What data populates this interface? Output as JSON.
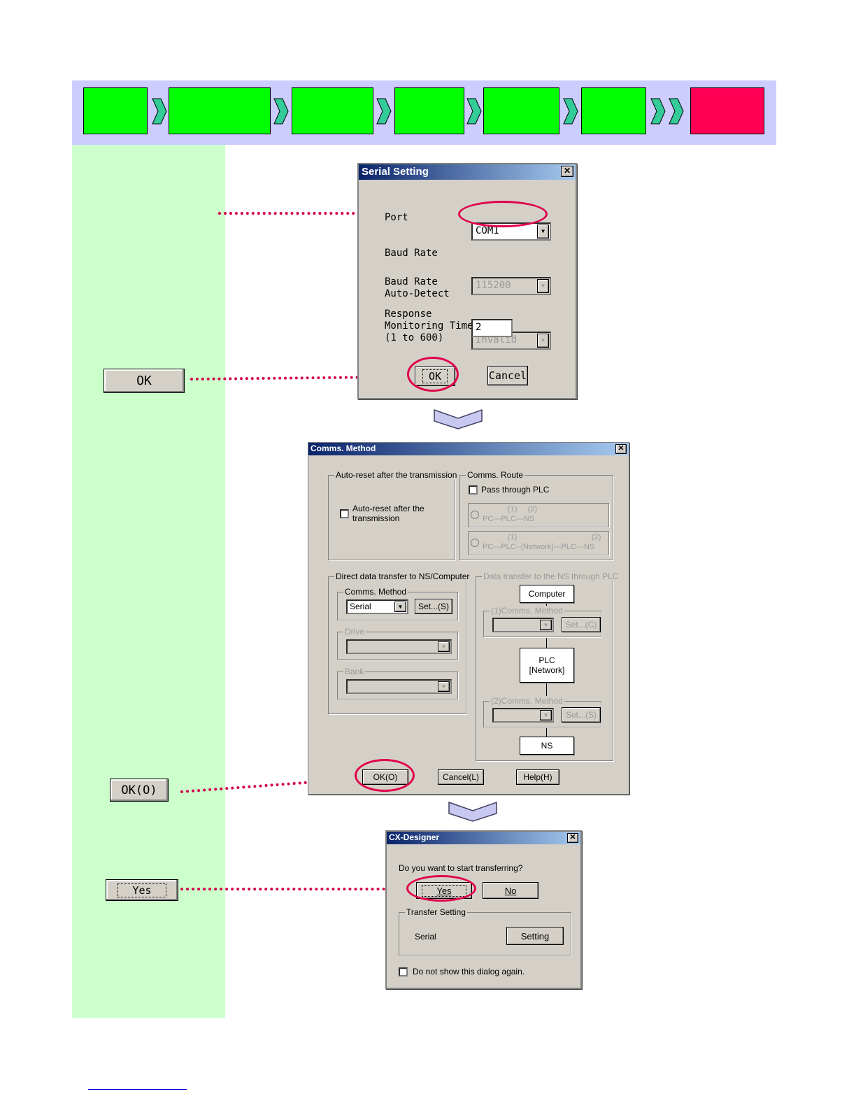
{
  "colors": {
    "band": "#ccccff",
    "step_done": "#00ff00",
    "step_current": "#ff0055",
    "left_column": "#ccffcc",
    "highlight": "#e0004d"
  },
  "left_buttons": {
    "ok": "OK",
    "ok_o": "OK(O)",
    "yes": "Yes"
  },
  "serial_setting": {
    "title": "Serial Setting",
    "port_label": "Port",
    "port_value": "COM1",
    "baud_rate_label": "Baud Rate",
    "baud_rate_value": "115200",
    "autodetect_label_1": "Baud Rate",
    "autodetect_label_2": "Auto-Detect",
    "autodetect_value": "Invalid",
    "resp_label_1": "Response",
    "resp_label_2": "Monitoring Time",
    "resp_label_3": "(1 to 600)",
    "resp_value": "2",
    "ok": "OK",
    "cancel": "Cancel"
  },
  "comms_method": {
    "title": "Comms. Method",
    "autoreset_group": "Auto-reset after the transmission",
    "autoreset_check_1": "Auto-reset after the",
    "autoreset_check_2": "transmission",
    "route_group": "Comms. Route",
    "pass_through": "Pass through PLC",
    "route1_top": "(1)     (2)",
    "route1_bottom": "PC---PLC---NS",
    "route2_top_a": "(1)",
    "route2_top_b": "(2)",
    "route2_bottom": "PC---PLC--[Network]---PLC---NS",
    "direct_group": "Direct data transfer to NS/Computer",
    "method_group": "Comms. Method",
    "method_value": "Serial",
    "set_s": "Set...(S)",
    "drive_group": "Drive",
    "bank_group": "Bank",
    "through_group": "Data transfer to the NS through PLC",
    "computer": "Computer",
    "method1_group": "(1)Comms. Method",
    "set_c": "Set...(C)",
    "plc_1": "PLC",
    "plc_2": "[Network]",
    "method2_group": "(2)Comms. Method",
    "set_s2": "Set...(S)",
    "ns": "NS",
    "ok": "OK(O)",
    "cancel": "Cancel(L)",
    "help": "Help(H)"
  },
  "cx_designer": {
    "title": "CX-Designer",
    "question": "Do you want to start transferring?",
    "yes": "Yes",
    "no": "No",
    "transfer_group": "Transfer Setting",
    "transfer_value": "Serial",
    "setting": "Setting",
    "dont_show": "Do not show this dialog again."
  }
}
